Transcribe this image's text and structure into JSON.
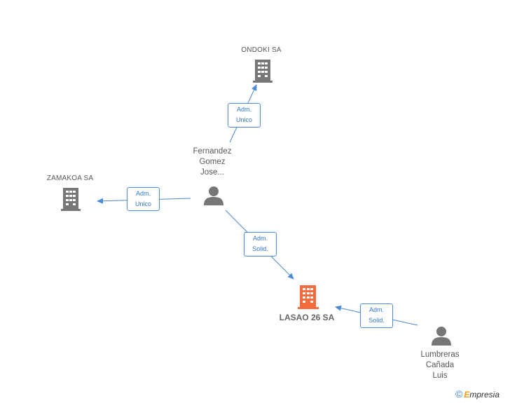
{
  "nodes": {
    "ondoki": {
      "label": "ONDOKI SA",
      "color": "#777777"
    },
    "zamakoa": {
      "label": "ZAMAKOA SA",
      "color": "#777777"
    },
    "lasao": {
      "label": "LASAO 26 SA",
      "color": "#f26b3a"
    },
    "fernandez": {
      "line1": "Fernandez",
      "line2": "Gomez",
      "line3": "Jose..."
    },
    "lumbreras": {
      "line1": "Lumbreras",
      "line2": "Cañada",
      "line3": "Luis"
    }
  },
  "edges": {
    "fernandez_ondoki": {
      "line1": "Adm.",
      "line2": "Unico"
    },
    "fernandez_zamakoa": {
      "line1": "Adm.",
      "line2": "Unico"
    },
    "fernandez_lasao": {
      "line1": "Adm.",
      "line2": "Solid."
    },
    "lumbreras_lasao": {
      "line1": "Adm.",
      "line2": "Solid."
    }
  },
  "colors": {
    "edge": "#4a8ad6",
    "person": "#777777",
    "company": "#777777",
    "main": "#f26b3a"
  },
  "watermark": {
    "copyright": "©",
    "brand_first": "E",
    "brand_rest": "mpresia"
  }
}
